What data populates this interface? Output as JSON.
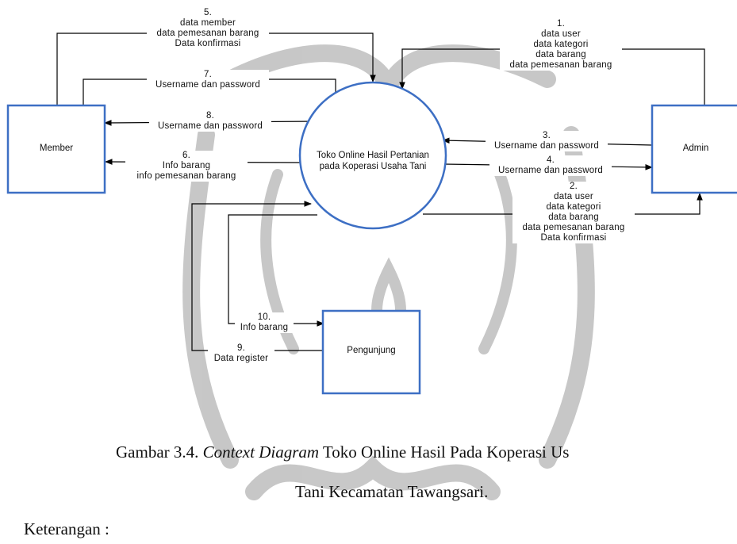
{
  "process": {
    "line1": "Toko Online Hasil Pertanian",
    "line2": "pada Koperasi Usaha Tani"
  },
  "entities": {
    "member": "Member",
    "admin": "Admin",
    "pengunjung": "Pengunjung"
  },
  "flows": {
    "f1": [
      "1.",
      "data user",
      "data kategori",
      "data barang",
      "data pemesanan barang"
    ],
    "f2": [
      "2.",
      "data user",
      "data kategori",
      "data barang",
      "data pemesanan barang",
      "Data konfirmasi"
    ],
    "f3": [
      "3.",
      "Username dan password"
    ],
    "f4": [
      "4.",
      "Username dan password"
    ],
    "f5": [
      "5.",
      "data member",
      "data pemesanan barang",
      "Data konfirmasi"
    ],
    "f6": [
      "6.",
      "Info barang",
      "info pemesanan barang"
    ],
    "f7": [
      "7.",
      "Username dan password"
    ],
    "f8": [
      "8.",
      "Username dan password"
    ],
    "f9": [
      "9.",
      "Data register"
    ],
    "f10": [
      "10.",
      "Info barang"
    ]
  },
  "caption": {
    "prefix": "Gambar 3.4. ",
    "italic": "Context Diagram",
    "rest1": " Toko Online Hasil Pada Koperasi Us",
    "line2": "Tani Kecamatan Tawangsari."
  },
  "keterangan": "Keterangan :",
  "colors": {
    "box": "#3d6fc4",
    "line": "#000000",
    "watermark": "#9a9a9a"
  }
}
